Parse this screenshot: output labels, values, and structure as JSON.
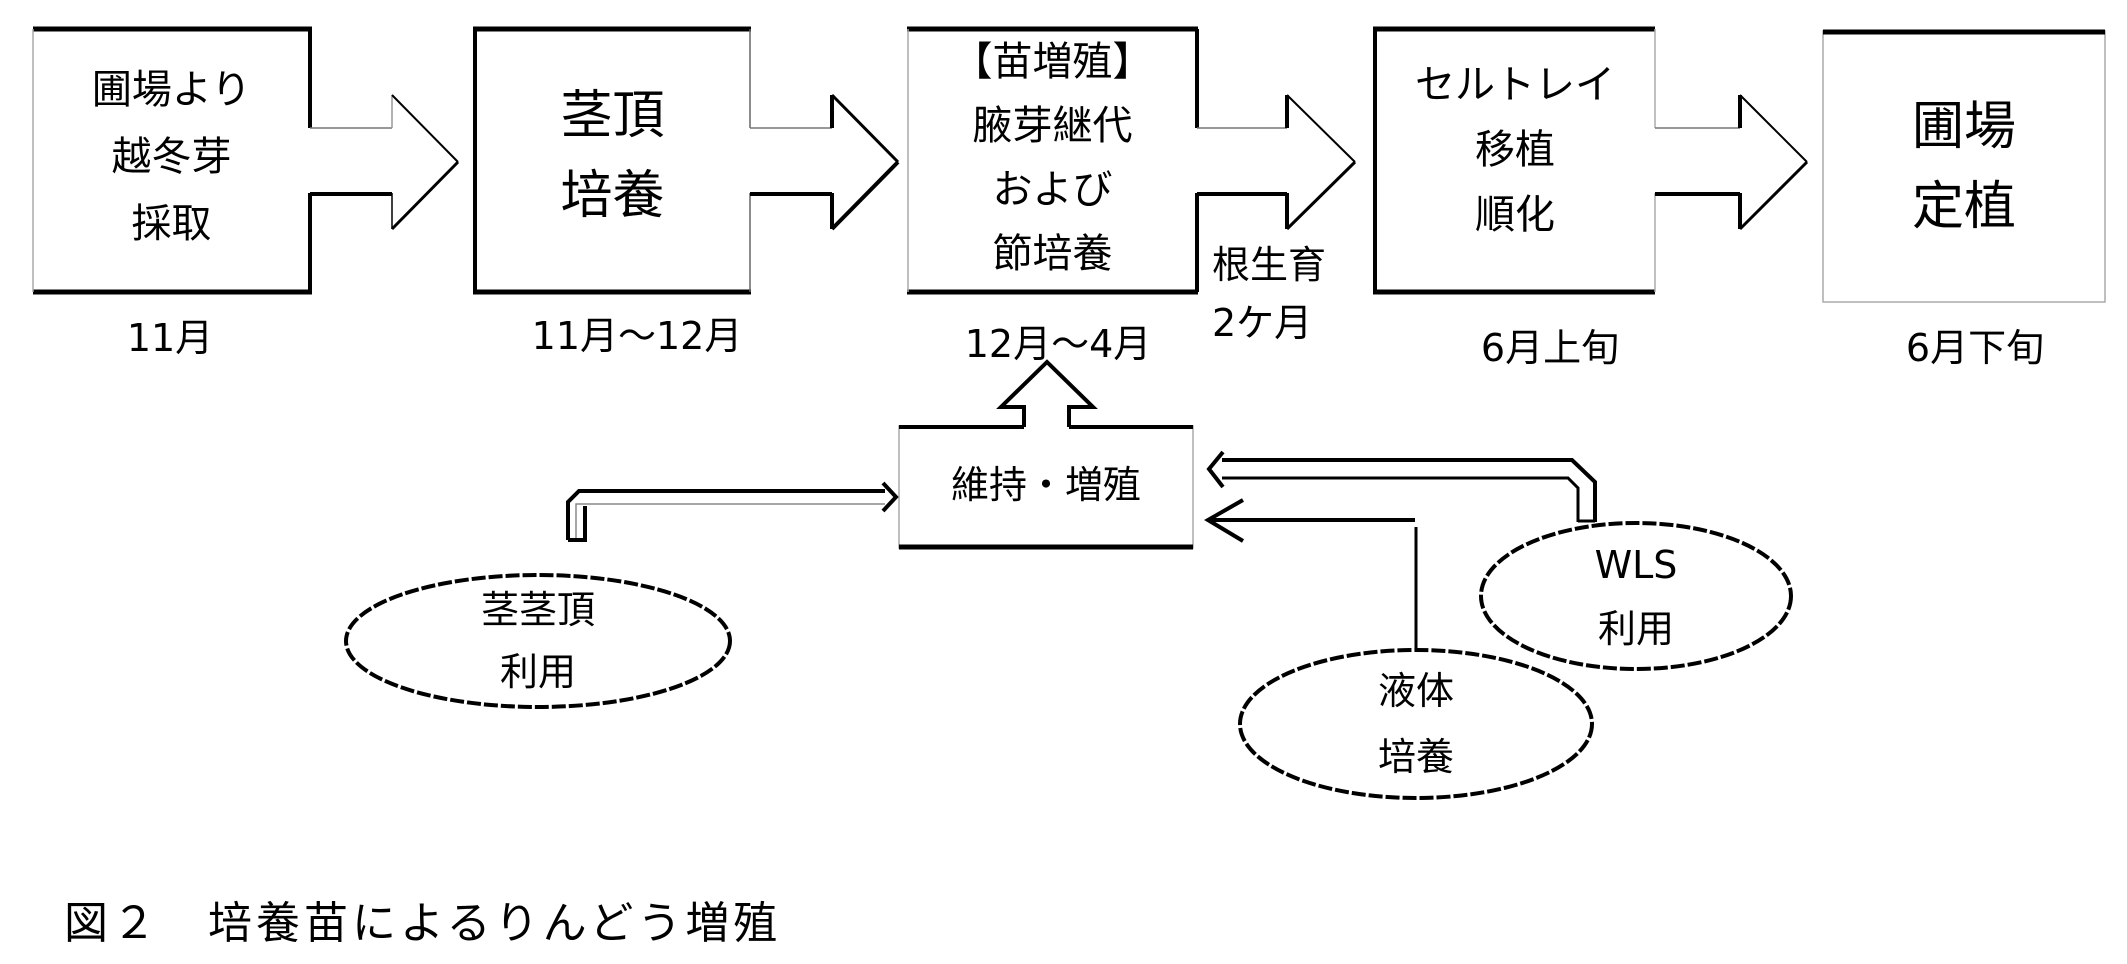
{
  "process_steps": [
    {
      "id": "field-collection",
      "lines": [
        "圃場より",
        "越冬芽",
        "採取"
      ],
      "period": "11月"
    },
    {
      "id": "shoot-tip-culture",
      "lines": [
        "茎頂",
        "培養"
      ],
      "period": "11月〜12月"
    },
    {
      "id": "seedling-propagation",
      "lines": [
        "【苗増殖】",
        "腋芽継代",
        "および",
        "節培養"
      ],
      "period": "12月〜4月"
    },
    {
      "id": "cell-tray",
      "lines": [
        "セルトレイ",
        "移植",
        "順化"
      ],
      "period": "6月上旬"
    },
    {
      "id": "field-planting",
      "lines": [
        "圃場",
        "定植"
      ],
      "period": "6月下旬"
    }
  ],
  "root_growth_note": {
    "line1": "根生育",
    "line2": "2ケ月"
  },
  "maintenance_box": {
    "label": "維持・増殖"
  },
  "sources": [
    {
      "id": "stem-tip",
      "lines": [
        "茎茎頂",
        "利用"
      ]
    },
    {
      "id": "liquid-culture",
      "lines": [
        "液体",
        "培養"
      ]
    },
    {
      "id": "wls",
      "lines": [
        "WLS",
        "利用"
      ]
    }
  ],
  "caption": "図２　培養苗によるりんどう増殖"
}
